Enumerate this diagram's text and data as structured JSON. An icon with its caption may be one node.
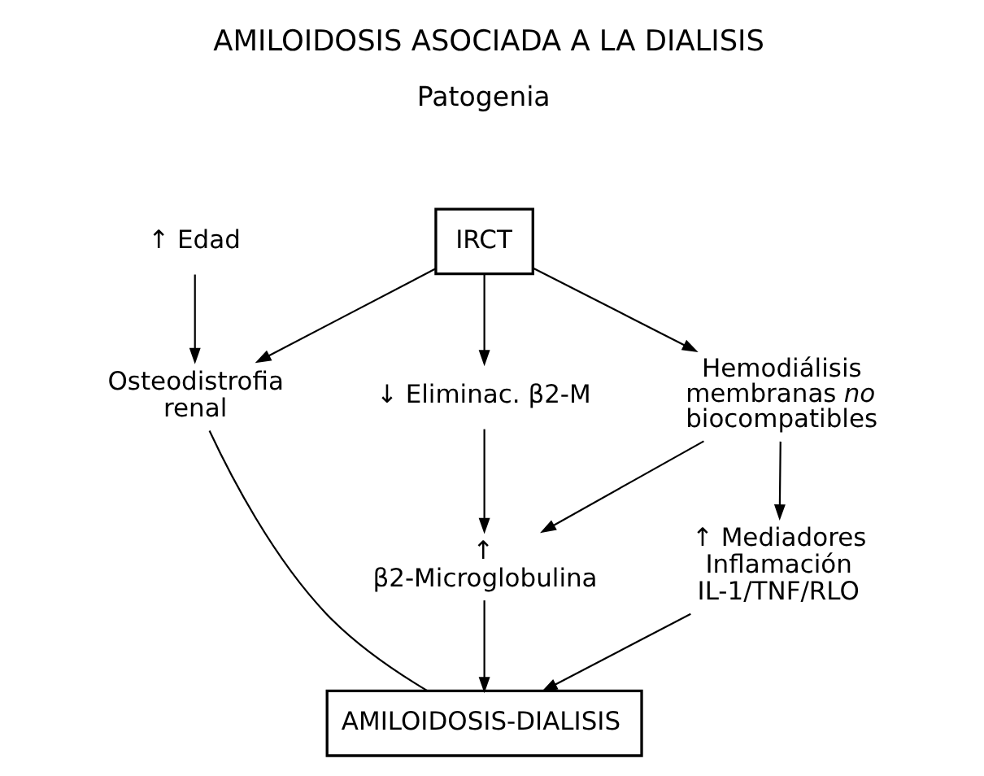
{
  "diagram": {
    "title": "AMILOIDOSIS ASOCIADA A LA DIALISIS",
    "nodes": [
      {
        "text": [
          "↑ Edad"
        ]
      },
      {
        "text": [
          "IRCT"
        ]
      },
      {
        "text": [
          "Osteodistrofia renal"
        ]
      },
      {
        "text": [
          "↓ Eliminac. β2-M"
        ]
      },
      {
        "text": [
          "Hemodiálisis membranas *no* biocompatibles"
        ]
      },
      {
        "text": [
          "↑ β2-Microglobulina"
        ]
      },
      {
        "text": [
          "↑ Mediadores Inflamación IL-1/TNF/RLO"
        ]
      },
      {
        "text": [
          "AMILOIDOSIS-DIALISIS"
        ]
      }
    ],
    "edges": [
      {
        "from": 0,
        "to": 2,
        "arrow": "to"
      },
      {
        "from": 1,
        "to": 2,
        "arrow": "to"
      },
      {
        "from": 1,
        "to": 3,
        "arrow": "to"
      },
      {
        "from": 1,
        "to": 4,
        "arrow": "to"
      },
      {
        "from": 3,
        "to": 5,
        "arrow": "to"
      },
      {
        "from": 4,
        "to": 5,
        "arrow": "to"
      },
      {
        "from": 4,
        "to": 6,
        "arrow": "to"
      },
      {
        "from": 2,
        "to": 7,
        "arrow": "none"
      },
      {
        "from": 5,
        "to": 7,
        "arrow": "to"
      },
      {
        "from": 6,
        "to": 7,
        "arrow": "to"
      }
    ],
    "labels": [
      "Patogenia"
    ]
  }
}
